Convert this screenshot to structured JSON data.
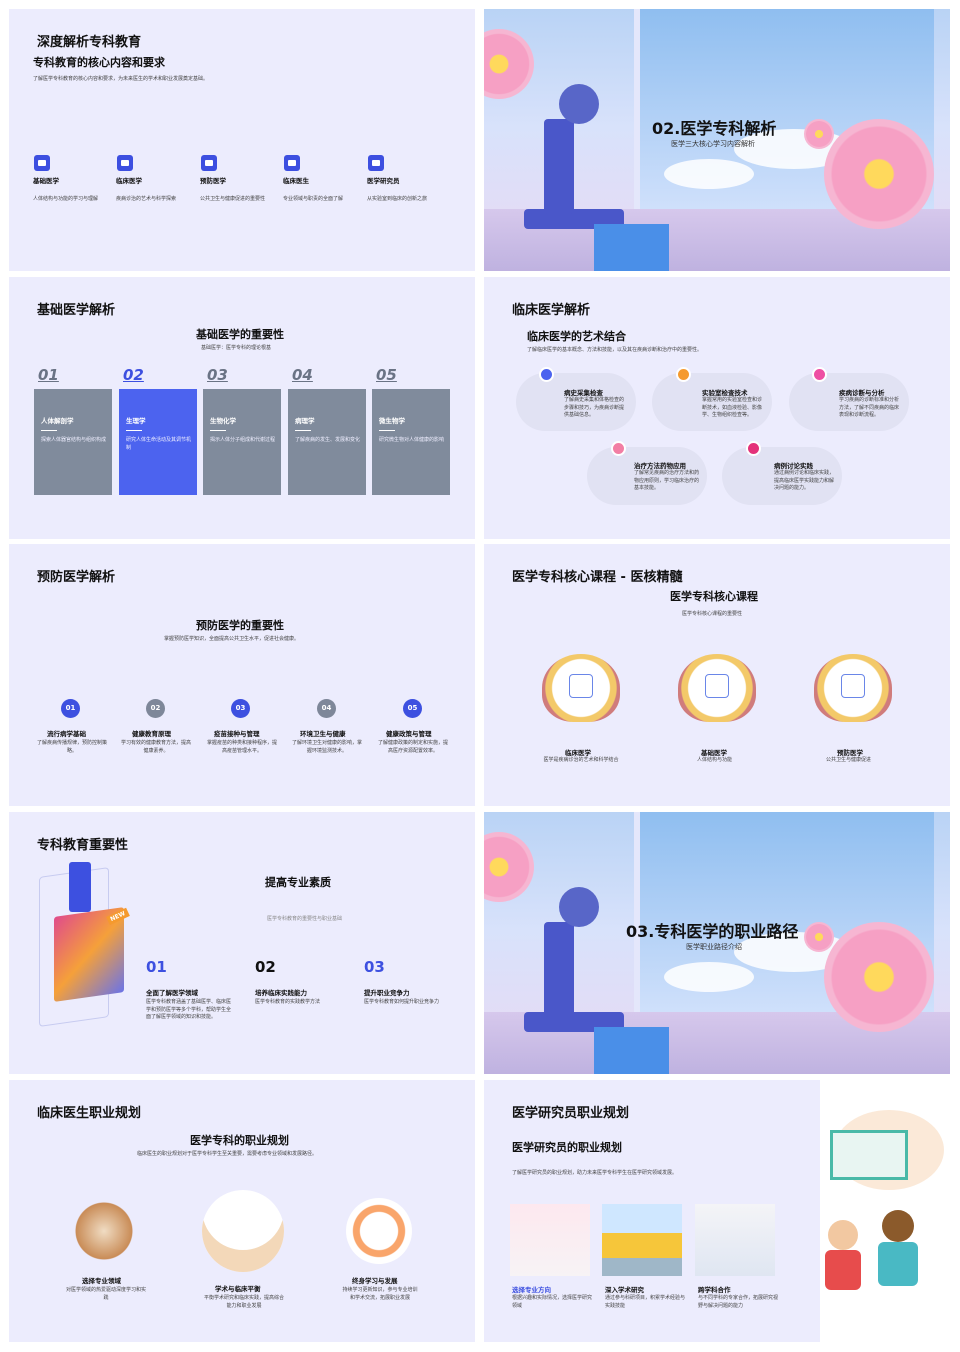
{
  "slide1": {
    "title": "深度解析专科教育",
    "subtitle": "专科教育的核心内容和要求",
    "desc": "了解医学专科教育的核心内容和要求，为未来医生的学术和职业发展奠定基础。",
    "items": [
      {
        "label": "基础医学",
        "desc": "人体结构与功能的学习与理解"
      },
      {
        "label": "临床医学",
        "desc": "疾病诊治的艺术与科学探索"
      },
      {
        "label": "预防医学",
        "desc": "公共卫生与健康促进的重要性"
      },
      {
        "label": "临床医生",
        "desc": "专业领域与职责的全面了解"
      },
      {
        "label": "医学研究员",
        "desc": "从实验室到临床的创新之旅"
      }
    ]
  },
  "slide2": {
    "title": "02.医学专科解析",
    "subtitle": "医学三大核心学习内容解析"
  },
  "slide3": {
    "title": "基础医学解析",
    "subtitle": "基础医学的重要性",
    "caption": "基础医学：医学专科的理论根基",
    "cards": [
      {
        "num": "01",
        "label": "人体解剖学",
        "desc": "探索人体器官结构与组织构成"
      },
      {
        "num": "02",
        "label": "生理学",
        "desc": "研究人体生命活动及其调节机制"
      },
      {
        "num": "03",
        "label": "生物化学",
        "desc": "揭示人体分子组成和代谢过程"
      },
      {
        "num": "04",
        "label": "病理学",
        "desc": "了解疾病的发生、发展和变化"
      },
      {
        "num": "05",
        "label": "微生物学",
        "desc": "研究微生物对人体健康的影响"
      }
    ]
  },
  "slide4": {
    "title": "临床医学解析",
    "subtitle": "临床医学的艺术结合",
    "desc": "了解临床医学的基本概念、方法和技能，以及其在疾病诊断和治疗中的重要性。",
    "items": [
      {
        "label": "病史采集检查",
        "desc": "了解病史采集和体格检查的步骤和技巧，为疾病诊断提供基础信息。",
        "color": "#4c63ef"
      },
      {
        "label": "实验室检查技术",
        "desc": "掌握常用的实验室检查和诊断技术，如血液检验、影像学、生物组织检查等。",
        "color": "#f59a2e"
      },
      {
        "label": "疾病诊断与分析",
        "desc": "学习疾病的诊断标准和分析方法，了解不同疾病的临床表现和诊断流程。",
        "color": "#ee4fa3"
      },
      {
        "label": "治疗方法药物应用",
        "desc": "了解常见疾病的治疗方法和药物应用原则，学习临床治疗的基本技能。",
        "color": "#f27ea4"
      },
      {
        "label": "病例讨论实践",
        "desc": "通过病例讨论和临床实践，提高临床医学实践能力和解决问题的能力。",
        "color": "#e4327a"
      }
    ]
  },
  "slide5": {
    "title": "预防医学解析",
    "subtitle": "预防医学的重要性",
    "desc": "掌握预防医学知识，全面提高公共卫生水平，促进社会健康。",
    "items": [
      {
        "num": "01",
        "label": "流行病学基础",
        "desc": "了解疾病传播规律，预防控制策略。",
        "color": "#3d50e0"
      },
      {
        "num": "02",
        "label": "健康教育原理",
        "desc": "学习有效的健康教育方法，提高健康素养。",
        "color": "#7e8799"
      },
      {
        "num": "03",
        "label": "疫苗接种与管理",
        "desc": "掌握疫苗的种类和接种程序，提高疫苗管理水平。",
        "color": "#3d50e0"
      },
      {
        "num": "04",
        "label": "环境卫生与健康",
        "desc": "了解环境卫生对健康的影响，掌握环境监测技术。",
        "color": "#7e8799"
      },
      {
        "num": "05",
        "label": "健康政策与管理",
        "desc": "了解健康政策的制定和实施，提高医疗资源配置效率。",
        "color": "#3d50e0"
      }
    ]
  },
  "slide6": {
    "title": "医学专科核心课程 - 医核精髓",
    "subtitle": "医学专科核心课程",
    "caption": "医学专科核心课程的重要性",
    "items": [
      {
        "label": "临床医学",
        "desc": "医学是疾病诊治的艺术和科学结合"
      },
      {
        "label": "基础医学",
        "desc": "人体结构与功能"
      },
      {
        "label": "预防医学",
        "desc": "公共卫生与健康促进"
      }
    ]
  },
  "slide7": {
    "title": "专科教育重要性",
    "subtitle": "提高专业素质",
    "caption": "医学专科教育的重要性与职业基础",
    "badge": "NEW",
    "items": [
      {
        "num": "01",
        "label": "全面了解医学领域",
        "desc": "医学专科教育涵盖了基础医学、临床医学和预防医学等多个学科，帮助学生全面了解医学领域的知识和技能。"
      },
      {
        "num": "02",
        "label": "培养临床实践能力",
        "desc": "医学专科教育的实践教学方法"
      },
      {
        "num": "03",
        "label": "提升职业竞争力",
        "desc": "医学专科教育如何提升职业竞争力"
      }
    ]
  },
  "slide8": {
    "title": "03.专科医学的职业路径",
    "subtitle": "医学职业路径介绍"
  },
  "slide9": {
    "title": "临床医生职业规划",
    "subtitle": "医学专科的职业规划",
    "desc": "临床医生的职业规划对于医学专科学生至关重要，需要考虑专业领域和发展路径。",
    "items": [
      {
        "label": "选择专业领域",
        "desc": "对医学领域的热爱驱动深度学习和实践"
      },
      {
        "label": "学术与临床平衡",
        "desc": "平衡学术研究和临床实践，提高综合能力和职业发展"
      },
      {
        "label": "终身学习与发展",
        "desc": "持续学习更新知识，参与专业培训和学术交流，拓展职业发展"
      }
    ]
  },
  "slide10": {
    "title": "医学研究员职业规划",
    "subtitle": "医学研究员的职业规划",
    "desc": "了解医学研究员的职业规划，助力未来医学专科学生在医学研究领域发展。",
    "items": [
      {
        "label": "选择专业方向",
        "desc": "根据兴趣和实际情况，选择医学研究领域",
        "color": "#3d50e0"
      },
      {
        "label": "深入学术研究",
        "desc": "通过参与科研项目，积累学术经验与实践技能",
        "color": "#111111"
      },
      {
        "label": "跨学科合作",
        "desc": "与不同学科的专家合作，拓展研究视野与解决问题的能力",
        "color": "#111111"
      }
    ]
  }
}
